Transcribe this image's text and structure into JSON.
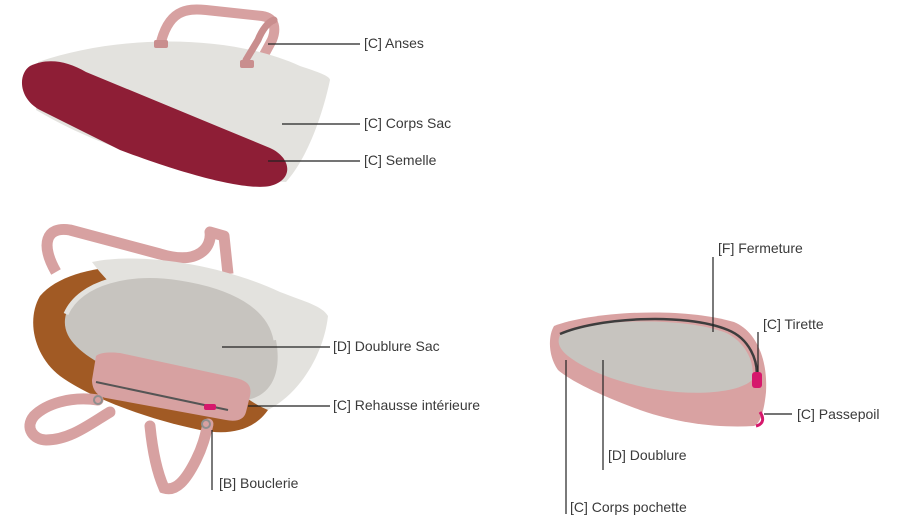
{
  "colors": {
    "bag_body": "#e3e2de",
    "sole": "#8e1e36",
    "strap": "#d7a1a1",
    "lining": "#c7c4bf",
    "leather": "#a15a24",
    "pouch": "#d9a2a2",
    "accent": "#d6186c",
    "leader_line": "#222222"
  },
  "labels": {
    "anses": "[C] Anses",
    "corps_sac": "[C] Corps Sac",
    "semelle": "[C] Semelle",
    "doublure_sac": "[D] Doublure Sac",
    "rehausse": "[C] Rehausse intérieure",
    "bouclerie": "[B] Bouclerie",
    "fermeture": "[F] Fermeture",
    "tirette": "[C] Tirette",
    "passepoil": "[C] Passepoil",
    "doublure": "[D] Doublure",
    "corps_pochette": "[C] Corps pochette"
  }
}
